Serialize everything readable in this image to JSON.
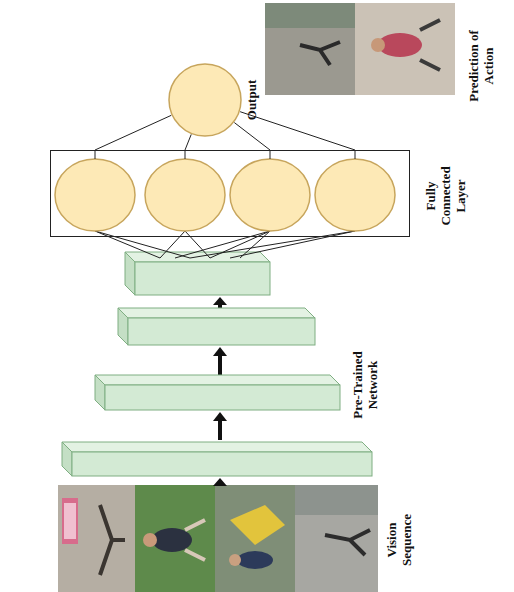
{
  "diagram": {
    "nodes": [
      {
        "text": [
          "Fully Connected Layer"
        ]
      },
      {
        "text": [
          "Output"
        ]
      }
    ],
    "edges": [
      {
        "from": 0,
        "to": 1,
        "arrow": "none"
      }
    ],
    "labels": [
      "Vision Sequence",
      "Pre-Trained Network",
      "Prediction of Action"
    ]
  }
}
